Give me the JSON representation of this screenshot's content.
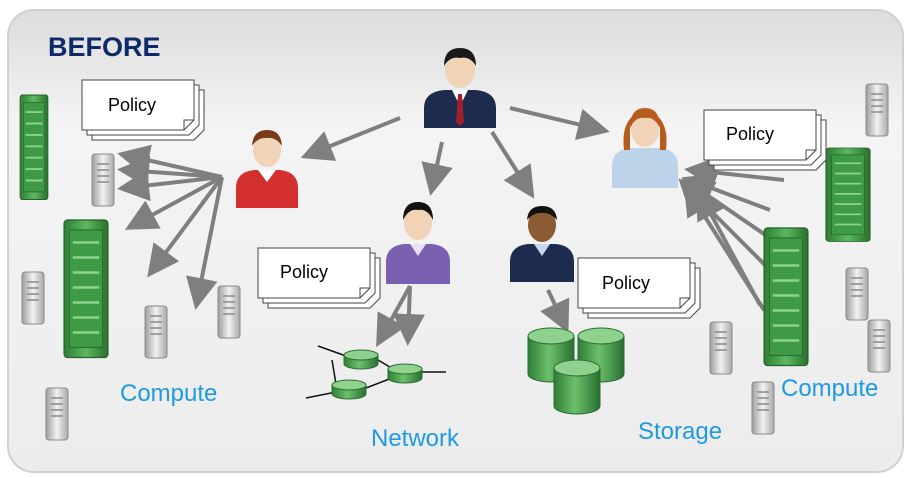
{
  "title": "BEFORE",
  "policy_label": "Policy",
  "labels": {
    "compute_left": "Compute",
    "network": "Network",
    "storage": "Storage",
    "compute_right": "Compute"
  },
  "colors": {
    "title": "#0d2a6b",
    "label": "#1e9be0",
    "arrow": "#7f7f7f",
    "server_green": "#3f9a45",
    "server_gray": "#c8c8c8",
    "panel_bg": "#eeeeee"
  },
  "icons": [
    "manager-avatar",
    "person-avatar",
    "server-rack-icon",
    "server-tower-icon",
    "network-switch-icon",
    "database-cylinder-icon",
    "policy-document-icon"
  ]
}
